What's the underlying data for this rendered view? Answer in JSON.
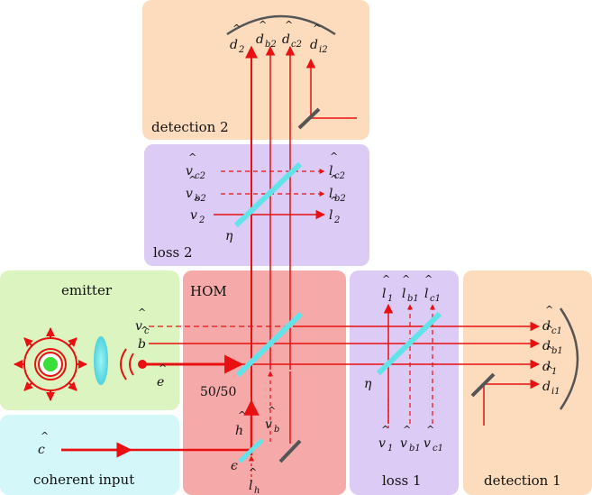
{
  "regions": {
    "detection2": "detection 2",
    "loss2": "loss 2",
    "emitter": "emitter",
    "hom": "HOM",
    "loss1": "loss 1",
    "detection1": "detection 1",
    "coherent": "coherent input"
  },
  "labels": {
    "splitter_ratio": "50/50",
    "eta_loss2": "η",
    "eta_loss1": "η",
    "epsilon": "ϵ"
  },
  "modes_det2": [
    {
      "base": "d",
      "sub": "2"
    },
    {
      "base": "d",
      "sub": "b2"
    },
    {
      "base": "d",
      "sub": "c2"
    },
    {
      "base": "d",
      "sub": "i2"
    }
  ],
  "modes_loss2_in": [
    {
      "base": "v",
      "sub": "c2"
    },
    {
      "base": "v",
      "sub": "b2"
    },
    {
      "base": "v",
      "sub": "2"
    }
  ],
  "modes_loss2_out": [
    {
      "base": "l",
      "sub": "c2"
    },
    {
      "base": "l",
      "sub": "b2"
    },
    {
      "base": "l",
      "sub": "2"
    }
  ],
  "modes_emitter": [
    {
      "base": "v",
      "sub": "c"
    },
    {
      "base": "b",
      "sub": ""
    },
    {
      "base": "e",
      "sub": ""
    }
  ],
  "modes_hom": [
    {
      "base": "h",
      "sub": ""
    },
    {
      "base": "v",
      "sub": "b"
    },
    {
      "base": "l",
      "sub": "h"
    }
  ],
  "modes_loss1_out": [
    {
      "base": "l",
      "sub": "1"
    },
    {
      "base": "l",
      "sub": "b1"
    },
    {
      "base": "l",
      "sub": "c1"
    }
  ],
  "modes_loss1_in": [
    {
      "base": "v",
      "sub": "1"
    },
    {
      "base": "v",
      "sub": "b1"
    },
    {
      "base": "v",
      "sub": "c1"
    }
  ],
  "modes_det1": [
    {
      "base": "d",
      "sub": "c1"
    },
    {
      "base": "d",
      "sub": "b1"
    },
    {
      "base": "d",
      "sub": "1"
    },
    {
      "base": "d",
      "sub": "i1"
    }
  ],
  "mode_coherent": {
    "base": "c",
    "sub": ""
  },
  "colors": {
    "detection": "#fcdcbc",
    "loss": "#dccbf5",
    "emitter": "#dcf5c0",
    "hom": "#f6a9a9",
    "coherent": "#d4f7fa",
    "beam": "#e81010",
    "splitter": "#62e3ea",
    "mirror": "#555555"
  }
}
